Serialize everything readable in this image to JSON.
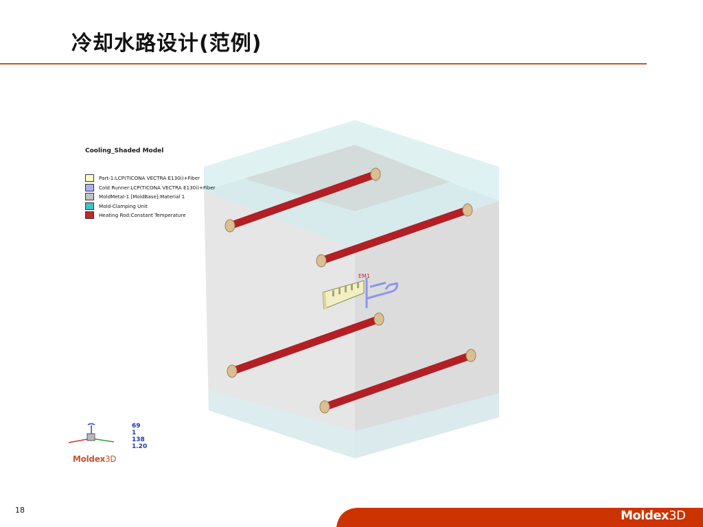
{
  "slide": {
    "title": "冷却水路设计(范例)",
    "page_number": "18"
  },
  "viewport": {
    "title": "Cooling_Shaded Model",
    "legend": [
      {
        "label": "Part-1:LCP(TICONA VECTRA E130i)+Fiber",
        "color": "#ffffc8"
      },
      {
        "label": "Cold Runner:LCP(TICONA VECTRA E130i)+Fiber",
        "color": "#a9b0f0"
      },
      {
        "label": "MoldMetal-1 [MoldBase]:Material 1",
        "color": "#c2c2c2"
      },
      {
        "label": "Mold-Clamping Unit",
        "color": "#3ec3c9"
      },
      {
        "label": "Heating Rod:Constant Temperature",
        "color": "#c1272d"
      }
    ],
    "part_label": "EM1",
    "view_numbers": [
      "69",
      "1",
      "138",
      "1.20"
    ],
    "brand": {
      "main": "Moldex",
      "suffix": "3D"
    }
  },
  "footer": {
    "brand": {
      "main": "Moldex",
      "suffix": "3D"
    },
    "band_color": "#cc3300"
  }
}
